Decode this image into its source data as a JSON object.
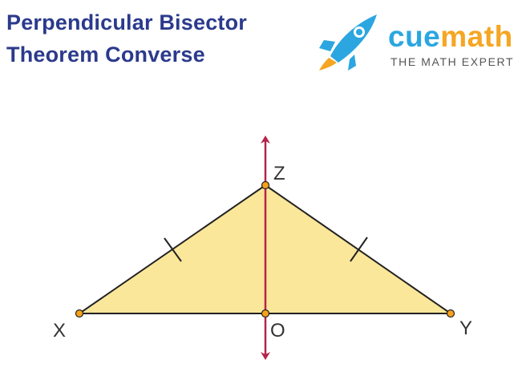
{
  "title": {
    "line1": "Perpendicular Bisector",
    "line2": "Theorem Converse"
  },
  "logo": {
    "brand_part1": "cue",
    "brand_part2": "math",
    "tagline": "THE MATH EXPERT",
    "icon": "rocket-icon"
  },
  "diagram": {
    "points": {
      "x": "X",
      "y": "Y",
      "z": "Z",
      "o": "O"
    }
  },
  "colors": {
    "title": "#2b3a8c",
    "brand_cue": "#2ba6e0",
    "brand_math": "#f5a623",
    "triangle_fill": "#fbe79a",
    "bisector": "#b5234a",
    "point": "#f7a21b"
  }
}
